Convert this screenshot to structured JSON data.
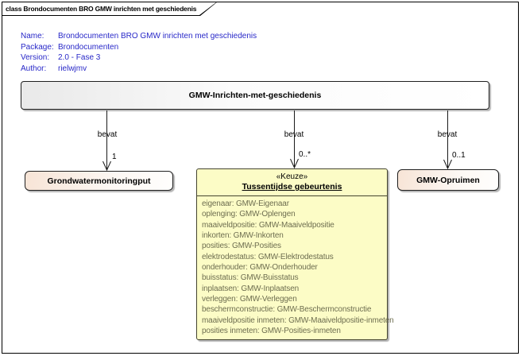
{
  "frame": {
    "tab_title": "class Brondocumenten BRO GMW inrichten met geschiedenis"
  },
  "metadata": {
    "rows": [
      {
        "label": "Name:",
        "value": "Brondocumenten BRO GMW inrichten met geschiedenis"
      },
      {
        "label": "Package:",
        "value": "Brondocumenten"
      },
      {
        "label": "Version:",
        "value": "2.0 - Fase 3"
      },
      {
        "label": "Author:",
        "value": "rielwjmv"
      }
    ]
  },
  "classes": {
    "main": {
      "name": "GMW-Inrichten-met-geschiedenis"
    },
    "grondwatermonitoringput": {
      "name": "Grondwatermonitoringput"
    },
    "tussentijdse_gebeurtenis": {
      "stereotype": "«Keuze»",
      "name": "Tussentijdse gebeurtenis",
      "attributes": [
        "eigenaar: GMW-Eigenaar",
        "oplenging: GMW-Oplengen",
        "maaiveldpositie: GMW-Maaiveldpositie",
        "inkorten: GMW-Inkorten",
        "posities: GMW-Posities",
        "elektrodestatus: GMW-Elektrodestatus",
        "onderhouder: GMW-Onderhouder",
        "buisstatus: GMW-Buisstatus",
        "inplaatsen: GMW-Inplaatsen",
        "verleggen: GMW-Verleggen",
        "beschermconstructie: GMW-Beschermconstructie",
        "maaiveldpositie inmeten: GMW-Maaiveldpositie-inmeten",
        "posities inmeten: GMW-Posities-inmeten"
      ]
    },
    "opruimen": {
      "name": "GMW-Opruimen"
    }
  },
  "connectors": [
    {
      "label": "bevat",
      "multiplicity": "1",
      "target": "Grondwatermonitoringput"
    },
    {
      "label": "bevat",
      "multiplicity": "0..*",
      "target": "Tussentijdse gebeurtenis"
    },
    {
      "label": "bevat",
      "multiplicity": "0..1",
      "target": "GMW-Opruimen"
    }
  ],
  "colors": {
    "metadata_text": "#2828c8",
    "attribute_text": "#6e6e50",
    "choice_fill": "#fcfcc6",
    "class_fill": "#f7e4d6",
    "line": "#1a1a1a"
  }
}
